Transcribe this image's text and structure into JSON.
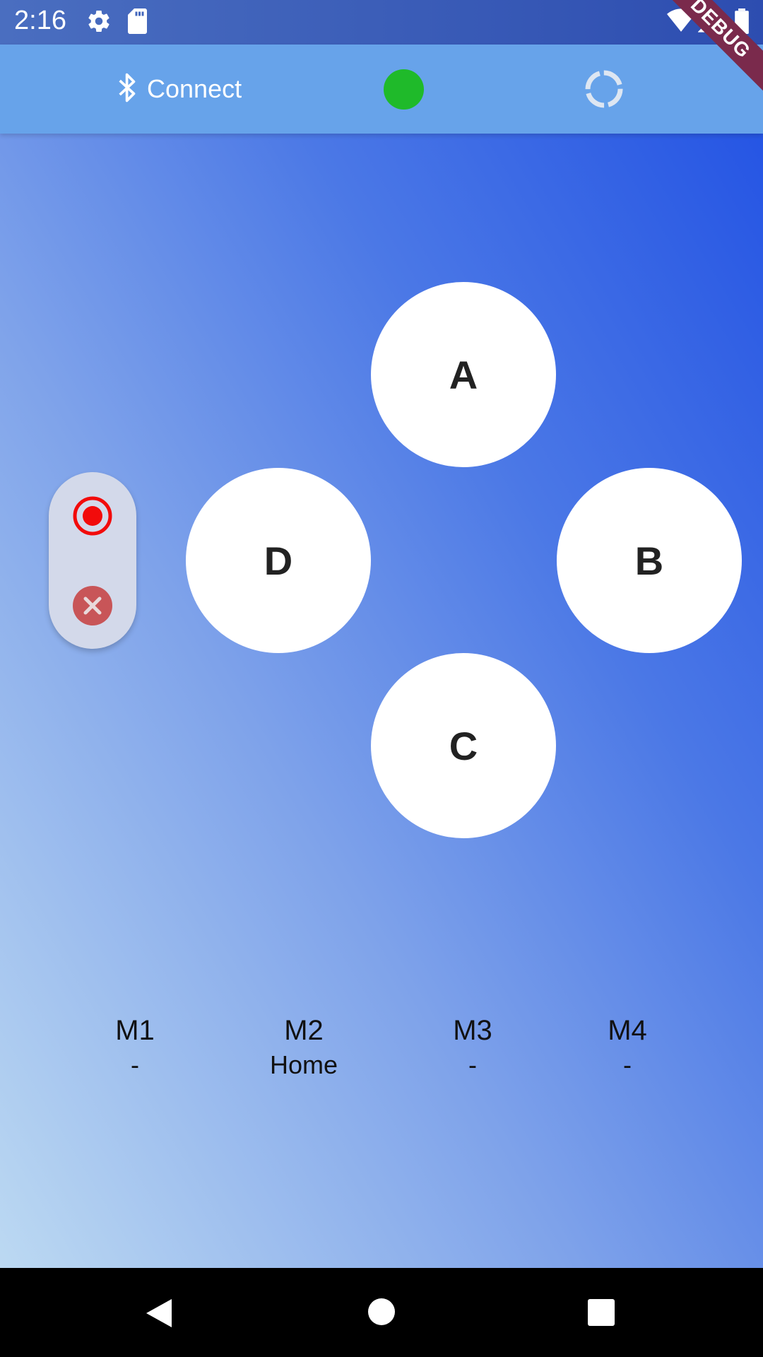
{
  "status_bar": {
    "time": "2:16"
  },
  "app_bar": {
    "connect_label": "Connect",
    "connection_status_color": "#1fba2a"
  },
  "debug_banner": "DEBUG",
  "buttons": {
    "a": "A",
    "b": "B",
    "c": "C",
    "d": "D"
  },
  "memory_slots": [
    {
      "name": "M1",
      "value": "-"
    },
    {
      "name": "M2",
      "value": "Home"
    },
    {
      "name": "M3",
      "value": "-"
    },
    {
      "name": "M4",
      "value": "-"
    }
  ],
  "icons": {
    "settings": "gear-icon",
    "sd_card": "sd-card-icon",
    "wifi": "wifi-icon",
    "signal": "signal-icon",
    "battery": "battery-icon",
    "bluetooth": "bluetooth-icon",
    "record": "record-icon",
    "cancel": "close-icon"
  }
}
